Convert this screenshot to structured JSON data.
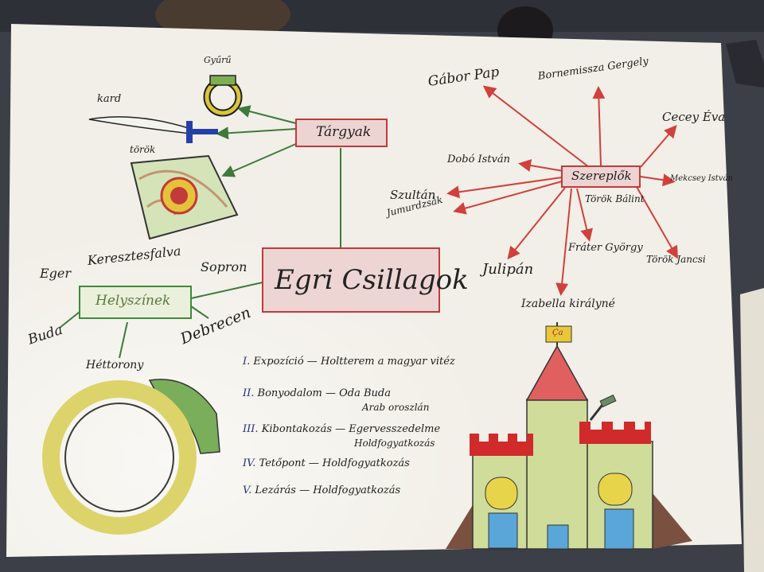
{
  "title": "Egri Csillagok",
  "objects": {
    "label": "Tárgyak",
    "items": [
      "Gyűrű",
      "kard",
      "török"
    ]
  },
  "places": {
    "label": "Helyszínek",
    "items": [
      "Eger",
      "Keresztesfalva",
      "Sopron",
      "Buda",
      "Debrecen",
      "Héttorony"
    ]
  },
  "characters": {
    "label": "Szereplők",
    "items": [
      "Gábor Pap",
      "Bornemissza Gergely",
      "Cecey Éva",
      "Dobó István",
      "Mekcsey István",
      "Szultán",
      "Jumurdzsák",
      "Török Bálint",
      "Julipán",
      "Fráter György",
      "Török Jancsi",
      "Izabella királyné"
    ]
  },
  "structure": [
    {
      "num": "I.",
      "name": "Expozíció",
      "detail": "Holtterem a magyar vitéz"
    },
    {
      "num": "II.",
      "name": "Bonyodalom",
      "detail": "Oda Buda",
      "detail2": "Arab oroszlán"
    },
    {
      "num": "III.",
      "name": "Kibontakozás",
      "detail": "Egervesszedelme",
      "detail2": "Holdfogyatkozás"
    },
    {
      "num": "IV.",
      "name": "Tetőpont",
      "detail": "Holdfogyatkozás"
    },
    {
      "num": "V.",
      "name": "Lezárás",
      "detail": "Holdfogyatkozás"
    }
  ],
  "flag_text": "Ça",
  "colors": {
    "box_red": "#c23a3a",
    "box_green": "#3f8a3a",
    "arrow_red": "#d0403c",
    "paper": "#f1efe7"
  }
}
